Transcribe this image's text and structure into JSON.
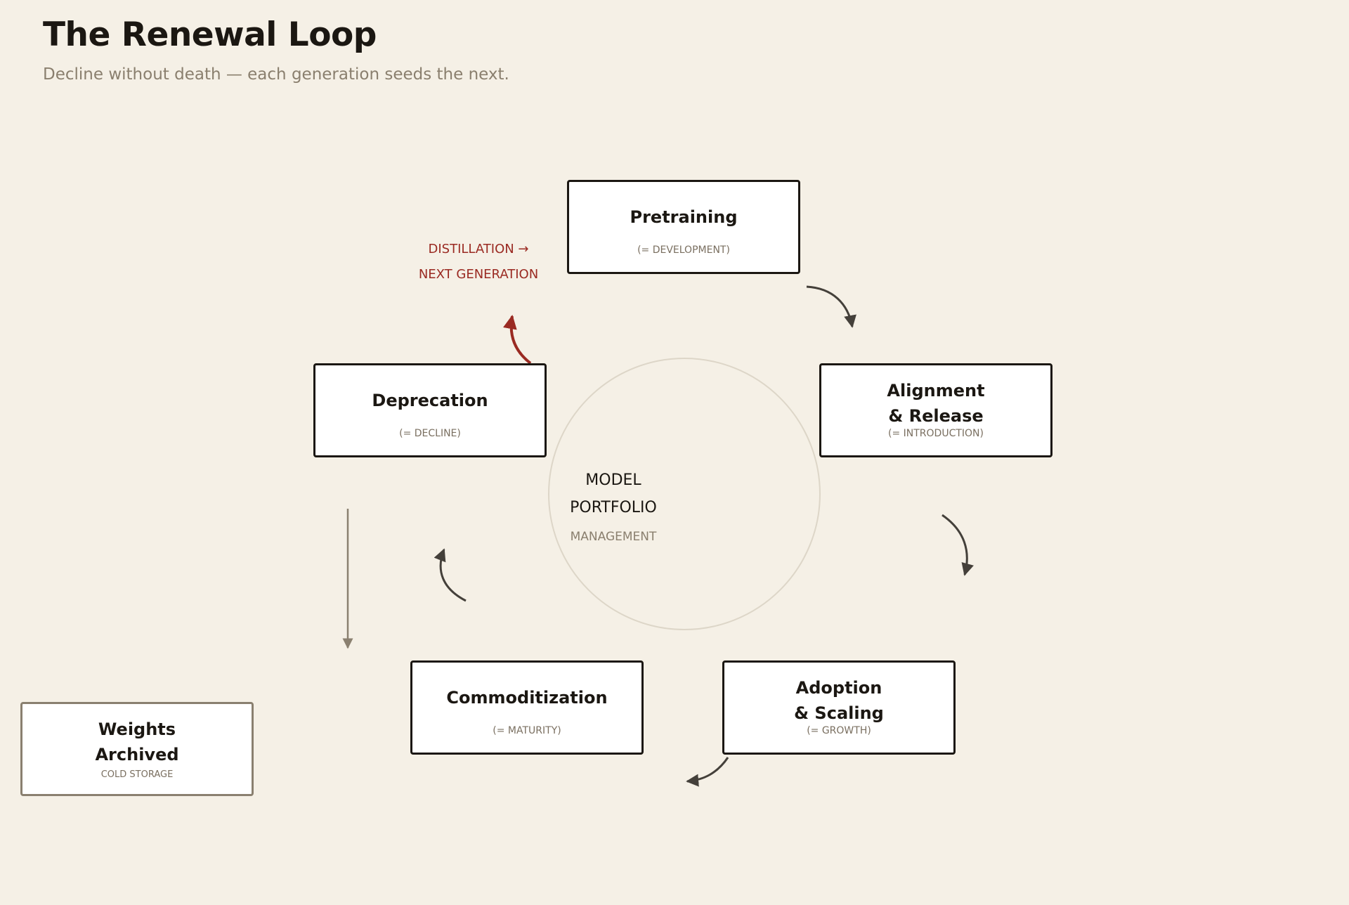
{
  "header": {
    "title": "The Renewal Loop",
    "subtitle": "Decline without death — each generation seeds the next."
  },
  "center": {
    "line1": "MODEL",
    "line2": "PORTFOLIO",
    "line3": "MANAGEMENT"
  },
  "stages": {
    "pretraining": {
      "name": "Pretraining",
      "sub": "(= DEVELOPMENT)"
    },
    "alignment": {
      "name_line1": "Alignment",
      "name_line2": "& Release",
      "sub": "(= INTRODUCTION)"
    },
    "adoption": {
      "name_line1": "Adoption",
      "name_line2": "& Scaling",
      "sub": "(= GROWTH)"
    },
    "commoditization": {
      "name": "Commoditization",
      "sub": "(= MATURITY)"
    },
    "deprecation": {
      "name": "Deprecation",
      "sub": "(= DECLINE)"
    }
  },
  "archive": {
    "name_line1": "Weights",
    "name_line2": "Archived",
    "sub": "COLD STORAGE"
  },
  "renewal": {
    "line1": "DISTILLATION →",
    "line2": "NEXT GENERATION"
  },
  "colors": {
    "background": "#f5f0e6",
    "ink": "#1b1712",
    "muted": "#8a7f6e",
    "accent_red": "#9a2a22",
    "arrow": "#44403a",
    "archive_border": "#8a8070",
    "hub_circle": "#ddd6c8"
  }
}
